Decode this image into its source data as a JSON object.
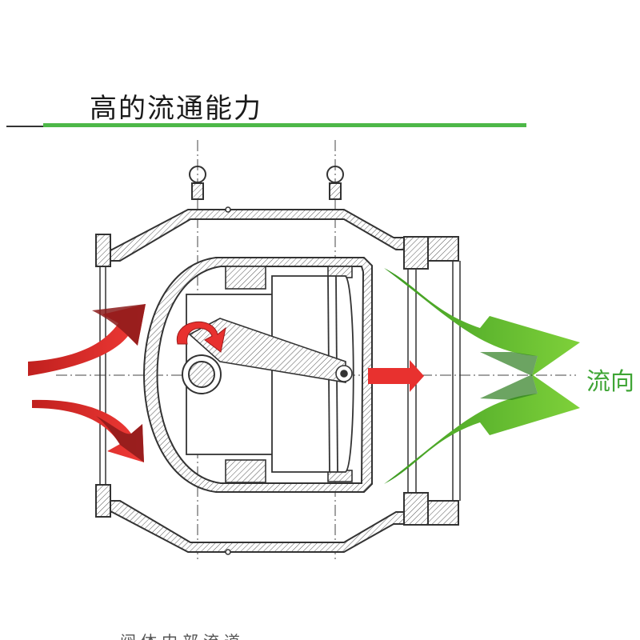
{
  "title": "高的流通能力",
  "flow_label": "流向",
  "bottom_text": "阀体内部流道",
  "colors": {
    "title_rule": "#4db848",
    "flow_label": "#3fa535",
    "inlet_arrow": "#e8312f",
    "inlet_arrow_shadow": "#8b1a1a",
    "outlet_arrow": "#5cbf2a",
    "outlet_arrow_shadow": "#2e7d1f",
    "body_outline": "#333333"
  },
  "icons": [
    "lifting-eye-icon",
    "rotation-arrow-icon",
    "flow-arrow-icon"
  ]
}
